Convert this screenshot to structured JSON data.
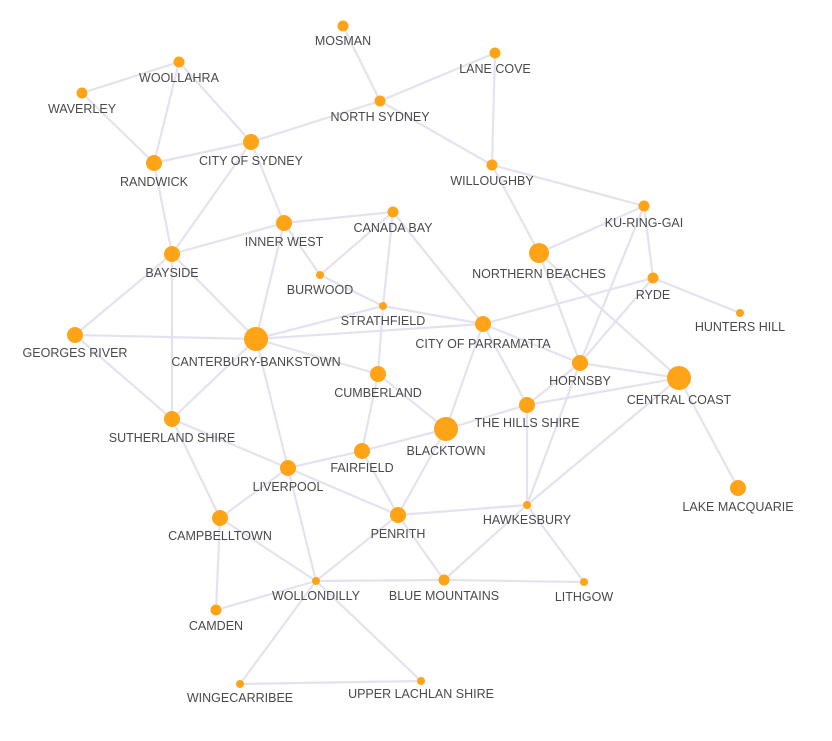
{
  "colors": {
    "node": "#ffa417",
    "edge": "#e4e2ef",
    "label": "#4a4a4a",
    "background": "#ffffff"
  },
  "nodes": [
    {
      "id": "mosman",
      "label": "MOSMAN",
      "size": "small"
    },
    {
      "id": "lane-cove",
      "label": "LANE COVE",
      "size": "small"
    },
    {
      "id": "woollahra",
      "label": "WOOLLAHRA",
      "size": "small"
    },
    {
      "id": "waverley",
      "label": "WAVERLEY",
      "size": "small"
    },
    {
      "id": "north-sydney",
      "label": "NORTH SYDNEY",
      "size": "small"
    },
    {
      "id": "city-of-sydney",
      "label": "CITY OF SYDNEY",
      "size": "medium"
    },
    {
      "id": "randwick",
      "label": "RANDWICK",
      "size": "medium"
    },
    {
      "id": "willoughby",
      "label": "WILLOUGHBY",
      "size": "small"
    },
    {
      "id": "ku-ring-gai",
      "label": "KU-RING-GAI",
      "size": "small"
    },
    {
      "id": "canada-bay",
      "label": "CANADA BAY",
      "size": "small"
    },
    {
      "id": "inner-west",
      "label": "INNER WEST",
      "size": "medium"
    },
    {
      "id": "bayside",
      "label": "BAYSIDE",
      "size": "medium"
    },
    {
      "id": "northern-beaches",
      "label": "NORTHERN BEACHES",
      "size": "large"
    },
    {
      "id": "burwood",
      "label": "BURWOOD",
      "size": "tiny"
    },
    {
      "id": "ryde",
      "label": "RYDE",
      "size": "small"
    },
    {
      "id": "hunters-hill",
      "label": "HUNTERS HILL",
      "size": "tiny"
    },
    {
      "id": "strathfield",
      "label": "STRATHFIELD",
      "size": "tiny"
    },
    {
      "id": "city-of-parramatta",
      "label": "CITY OF PARRAMATTA",
      "size": "medium"
    },
    {
      "id": "georges-river",
      "label": "GEORGES RIVER",
      "size": "medium"
    },
    {
      "id": "canterbury-bankstown",
      "label": "CANTERBURY-BANKSTOWN",
      "size": "xlarge"
    },
    {
      "id": "cumberland",
      "label": "CUMBERLAND",
      "size": "medium"
    },
    {
      "id": "hornsby",
      "label": "HORNSBY",
      "size": "medium"
    },
    {
      "id": "central-coast",
      "label": "CENTRAL COAST",
      "size": "xlarge"
    },
    {
      "id": "the-hills-shire",
      "label": "THE HILLS SHIRE",
      "size": "medium"
    },
    {
      "id": "sutherland-shire",
      "label": "SUTHERLAND SHIRE",
      "size": "medium"
    },
    {
      "id": "blacktown",
      "label": "BLACKTOWN",
      "size": "xlarge"
    },
    {
      "id": "fairfield",
      "label": "FAIRFIELD",
      "size": "medium"
    },
    {
      "id": "liverpool",
      "label": "LIVERPOOL",
      "size": "medium"
    },
    {
      "id": "lake-macquarie",
      "label": "LAKE MACQUARIE",
      "size": "medium"
    },
    {
      "id": "campbelltown",
      "label": "CAMPBELLTOWN",
      "size": "medium"
    },
    {
      "id": "penrith",
      "label": "PENRITH",
      "size": "medium"
    },
    {
      "id": "hawkesbury",
      "label": "HAWKESBURY",
      "size": "tiny"
    },
    {
      "id": "wollondilly",
      "label": "WOLLONDILLY",
      "size": "tiny"
    },
    {
      "id": "blue-mountains",
      "label": "BLUE MOUNTAINS",
      "size": "small"
    },
    {
      "id": "lithgow",
      "label": "LITHGOW",
      "size": "tiny"
    },
    {
      "id": "camden",
      "label": "CAMDEN",
      "size": "small"
    },
    {
      "id": "wingecarribee",
      "label": "WINGECARRIBEE",
      "size": "tiny"
    },
    {
      "id": "upper-lachlan-shire",
      "label": "UPPER LACHLAN SHIRE",
      "size": "tiny"
    }
  ],
  "edges": [
    [
      "mosman",
      "north-sydney"
    ],
    [
      "lane-cove",
      "north-sydney"
    ],
    [
      "lane-cove",
      "willoughby"
    ],
    [
      "north-sydney",
      "willoughby"
    ],
    [
      "north-sydney",
      "city-of-sydney"
    ],
    [
      "woollahra",
      "waverley"
    ],
    [
      "woollahra",
      "city-of-sydney"
    ],
    [
      "woollahra",
      "randwick"
    ],
    [
      "waverley",
      "randwick"
    ],
    [
      "randwick",
      "city-of-sydney"
    ],
    [
      "randwick",
      "bayside"
    ],
    [
      "city-of-sydney",
      "inner-west"
    ],
    [
      "city-of-sydney",
      "bayside"
    ],
    [
      "willoughby",
      "ku-ring-gai"
    ],
    [
      "willoughby",
      "northern-beaches"
    ],
    [
      "ku-ring-gai",
      "northern-beaches"
    ],
    [
      "ku-ring-gai",
      "ryde"
    ],
    [
      "ku-ring-gai",
      "hornsby"
    ],
    [
      "inner-west",
      "canada-bay"
    ],
    [
      "inner-west",
      "burwood"
    ],
    [
      "inner-west",
      "bayside"
    ],
    [
      "inner-west",
      "canterbury-bankstown"
    ],
    [
      "canada-bay",
      "burwood"
    ],
    [
      "canada-bay",
      "strathfield"
    ],
    [
      "canada-bay",
      "city-of-parramatta"
    ],
    [
      "burwood",
      "strathfield"
    ],
    [
      "strathfield",
      "city-of-parramatta"
    ],
    [
      "strathfield",
      "canterbury-bankstown"
    ],
    [
      "strathfield",
      "cumberland"
    ],
    [
      "bayside",
      "georges-river"
    ],
    [
      "bayside",
      "canterbury-bankstown"
    ],
    [
      "bayside",
      "sutherland-shire"
    ],
    [
      "northern-beaches",
      "hornsby"
    ],
    [
      "northern-beaches",
      "central-coast"
    ],
    [
      "ryde",
      "hunters-hill"
    ],
    [
      "ryde",
      "city-of-parramatta"
    ],
    [
      "ryde",
      "hornsby"
    ],
    [
      "city-of-parramatta",
      "canterbury-bankstown"
    ],
    [
      "city-of-parramatta",
      "hornsby"
    ],
    [
      "city-of-parramatta",
      "the-hills-shire"
    ],
    [
      "city-of-parramatta",
      "blacktown"
    ],
    [
      "georges-river",
      "canterbury-bankstown"
    ],
    [
      "georges-river",
      "sutherland-shire"
    ],
    [
      "canterbury-bankstown",
      "cumberland"
    ],
    [
      "canterbury-bankstown",
      "sutherland-shire"
    ],
    [
      "canterbury-bankstown",
      "liverpool"
    ],
    [
      "cumberland",
      "blacktown"
    ],
    [
      "cumberland",
      "fairfield"
    ],
    [
      "hornsby",
      "central-coast"
    ],
    [
      "hornsby",
      "the-hills-shire"
    ],
    [
      "hornsby",
      "hawkesbury"
    ],
    [
      "central-coast",
      "lake-macquarie"
    ],
    [
      "central-coast",
      "the-hills-shire"
    ],
    [
      "central-coast",
      "hawkesbury"
    ],
    [
      "the-hills-shire",
      "blacktown"
    ],
    [
      "the-hills-shire",
      "hawkesbury"
    ],
    [
      "blacktown",
      "fairfield"
    ],
    [
      "blacktown",
      "penrith"
    ],
    [
      "fairfield",
      "liverpool"
    ],
    [
      "fairfield",
      "penrith"
    ],
    [
      "sutherland-shire",
      "liverpool"
    ],
    [
      "sutherland-shire",
      "campbelltown"
    ],
    [
      "liverpool",
      "campbelltown"
    ],
    [
      "liverpool",
      "penrith"
    ],
    [
      "liverpool",
      "wollondilly"
    ],
    [
      "penrith",
      "hawkesbury"
    ],
    [
      "penrith",
      "blue-mountains"
    ],
    [
      "penrith",
      "wollondilly"
    ],
    [
      "hawkesbury",
      "blue-mountains"
    ],
    [
      "hawkesbury",
      "lithgow"
    ],
    [
      "campbelltown",
      "camden"
    ],
    [
      "campbelltown",
      "wollondilly"
    ],
    [
      "wollondilly",
      "blue-mountains"
    ],
    [
      "wollondilly",
      "camden"
    ],
    [
      "wollondilly",
      "wingecarribee"
    ],
    [
      "wollondilly",
      "upper-lachlan-shire"
    ],
    [
      "blue-mountains",
      "lithgow"
    ],
    [
      "wingecarribee",
      "upper-lachlan-shire"
    ]
  ]
}
